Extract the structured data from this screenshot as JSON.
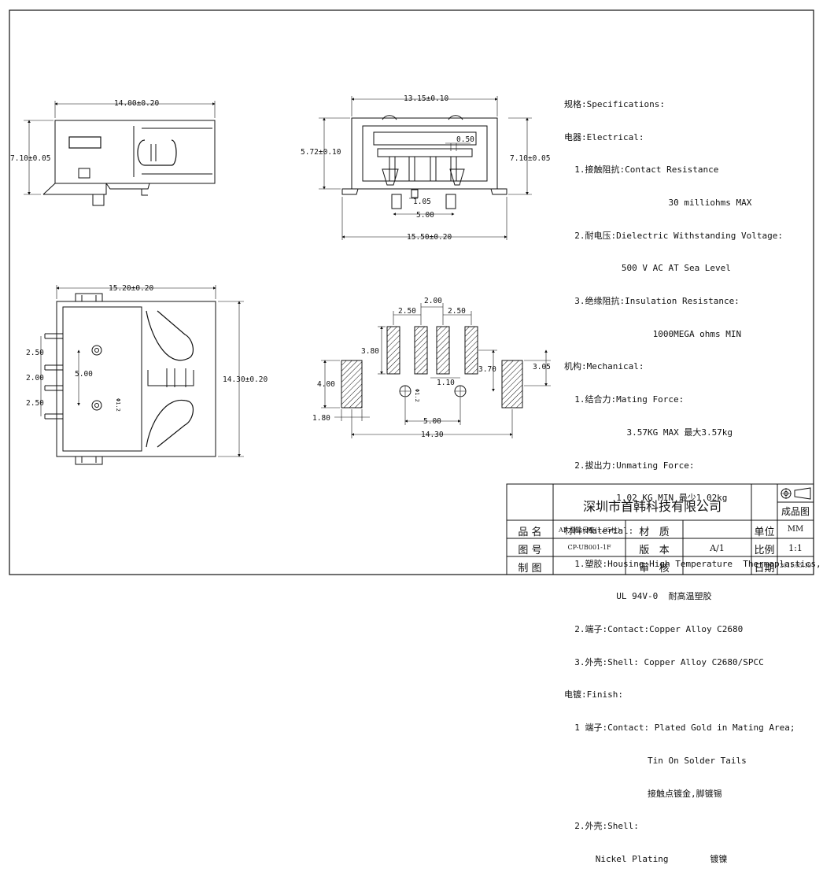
{
  "drawing": {
    "top_view": {
      "length": "14.00±0.20",
      "height": "7.10±0.05"
    },
    "front_view": {
      "body_width": "13.15±0.10",
      "opening_height": "5.72±0.10",
      "height": "7.10±0.05",
      "contact_width": "0.50",
      "pin_width": "1.05",
      "pin_span": "5.00",
      "overall_width": "15.50±0.20"
    },
    "side_view": {
      "length": "15.20±0.20",
      "width": "14.30±0.20",
      "pitch_a": "2.50",
      "pitch_b": "2.00",
      "pitch_c": "2.50",
      "post_span": "5.00",
      "post_label": "Φ1.2"
    },
    "pcb_layout": {
      "pad_pitch_left": "2.50",
      "pad_pitch_mid": "2.00",
      "pad_pitch_right": "2.50",
      "pad_length": "3.80",
      "shell_pad_length": "4.00",
      "shell_pad_width": "1.80",
      "hole_offset": "3.70",
      "right_pad": "3.05",
      "hole_label": "Φ1.2",
      "hole_dia": "1.10",
      "hole_span": "5.00",
      "overall": "14.30"
    }
  },
  "specifications": [
    "规格:Specifications:",
    "电器:Electrical:",
    "  1.接触阻抗:Contact Resistance",
    "                    30 milliohms MAX",
    "  2.耐电压:Dielectric Withstanding Voltage:",
    "           500 V AC AT Sea Level",
    "  3.绝缘阻抗:Insulation Resistance:",
    "                 1000MEGA ohms MIN",
    "机构:Mechanical:",
    "  1.结合力:Mating Force:",
    "            3.57KG MAX 最大3.57kg",
    "  2.拔出力:Unmating Force:",
    "          1.02 KG MIN 最少1.02kg",
    "材料:Material:",
    "  1.塑胶:Housing:High Temperature  Thermaplastics,",
    "          UL 94V-0  耐高温塑胶",
    "  2.端子:Contact:Copper Alloy C2680",
    "  3.外壳:Shell: Copper Alloy C2680/SPCC",
    "电镀:Finish:",
    "  1 端子:Contact: Plated Gold in Mating Area;",
    "                Tin On Solder Tails",
    "                接触点镀金,脚镀锡",
    "  2.外壳:Shell:",
    "      Nickel Plating        镀镍"
  ],
  "title_block": {
    "company": "深圳市首韩科技有限公司",
    "product_status": "成品图",
    "name_label": "品  名",
    "name_value": "AF 全贴母座(1.05柱)",
    "material_label": "材   质",
    "material_value": "",
    "unit_label": "单位",
    "unit_value": "MM",
    "drawing_no_label": "图  号",
    "drawing_no_value": "CP-UB001-1F",
    "version_label": "版   本",
    "version_value": "A/1",
    "scale_label": "比例",
    "scale_value": "1:1",
    "drawn_label": "制  图",
    "drawn_value": "",
    "review_label": "审   核",
    "review_value": "",
    "date_label": "日期",
    "date_value": "2011.05.19"
  }
}
